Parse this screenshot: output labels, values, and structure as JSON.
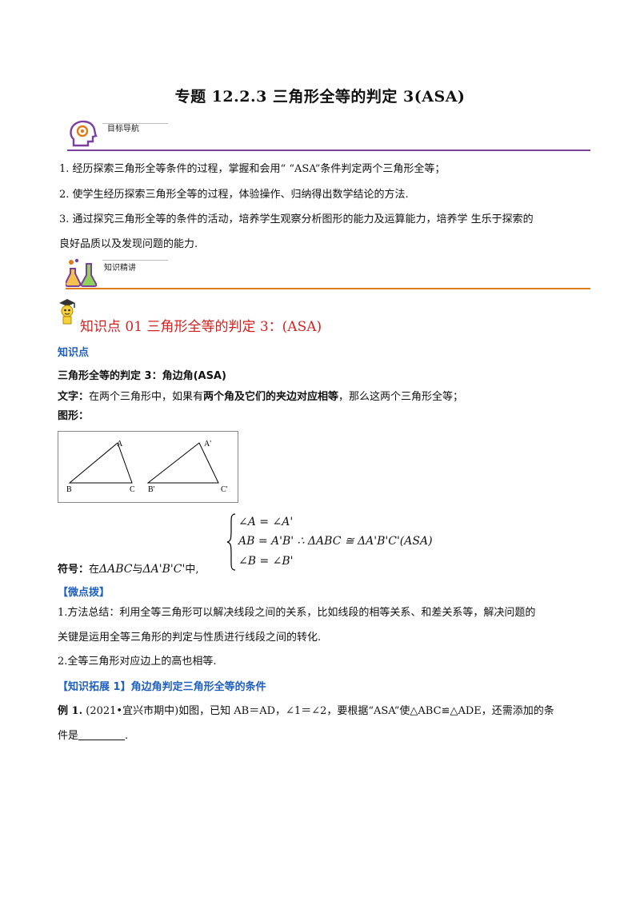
{
  "title": "专题 12.2.3  三角形全等的判定 3(ASA)",
  "section_goals": {
    "label": "目标导航"
  },
  "goals": [
    "1. 经历探索三角形全等条件的过程，掌握和会用“ “ASA”条件判定两个三角形全等；",
    "2. 使学生经历探索三角形全等的过程，体验操作、归纳得出数学结论的方法.",
    "3. 通过探究三角形全等的条件的活动，培养学生观察分析图形的能力及运算能力，培养学  生乐于探索的",
    "良好品质以及发现问题的能力."
  ],
  "section_knowledge": {
    "label": "知识精讲"
  },
  "kp_heading": "知识点 01 三角形全等的判定 3：(ASA)",
  "kp_sub": "知识点",
  "rule_title": "三角形全等的判定 3：角边角(ASA)",
  "text_line": {
    "label": "文字：",
    "pre": "在两个三角形中，如果有",
    "bold": "两个角及它们的夹边对应相等",
    "post": "，那么这两个三角形全等；"
  },
  "figure_label": "图形：",
  "figure": {
    "tri1": {
      "a": "A",
      "b": "B",
      "c": "C"
    },
    "tri2": {
      "a": "A'",
      "b": "B'",
      "c": "C'"
    }
  },
  "symbol": {
    "label": "符号：",
    "pre": "在",
    "t1": "ΔABC",
    "mid": "与",
    "t2": "ΔA'B'C'",
    "post": "中,",
    "line1": "∠A = ∠A'",
    "line2": "AB = A'B' ∴ ΔABC ≅ ΔA'B'C'(ASA)",
    "line3": "∠B = ∠B'"
  },
  "tips_heading": "【微点拨】",
  "tips": [
    "1.方法总结：利用全等三角形可以解决线段之间的关系，比如线段的相等关系、和差关系等，解决问题的",
    "关键是运用全等三角形的判定与性质进行线段之间的转化.",
    "2.全等三角形对应边上的高也相等."
  ],
  "ext_heading": "【知识拓展 1】角边角判定三角形全等的条件",
  "example": {
    "label": "例 1.",
    "line1": "(2021•宜兴市期中)如图，已知 AB＝AD，∠1＝∠2，要根据“ASA”使△ABC≌△ADE，还需添加的条",
    "line2_pre": "件是",
    "line2_post": "."
  }
}
